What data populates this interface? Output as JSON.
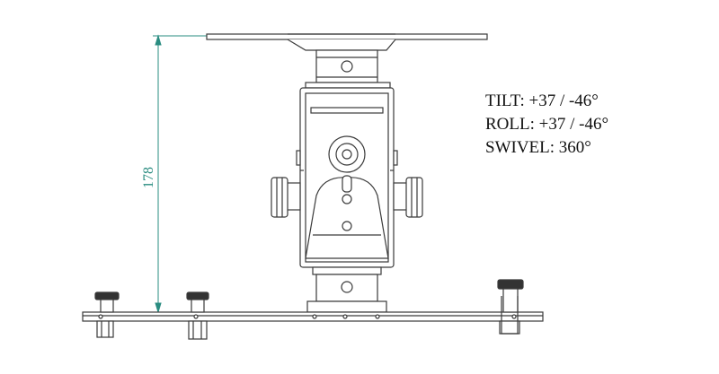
{
  "dimension": {
    "height_label": "178"
  },
  "specs": {
    "tilt": "TILT: +37 / -46°",
    "roll": "ROLL: +37 / -46°",
    "swivel": "SWIVEL: 360°"
  },
  "colors": {
    "line": "#3a3a3a",
    "dimension": "#2a8c80",
    "fill": "#ffffff"
  }
}
